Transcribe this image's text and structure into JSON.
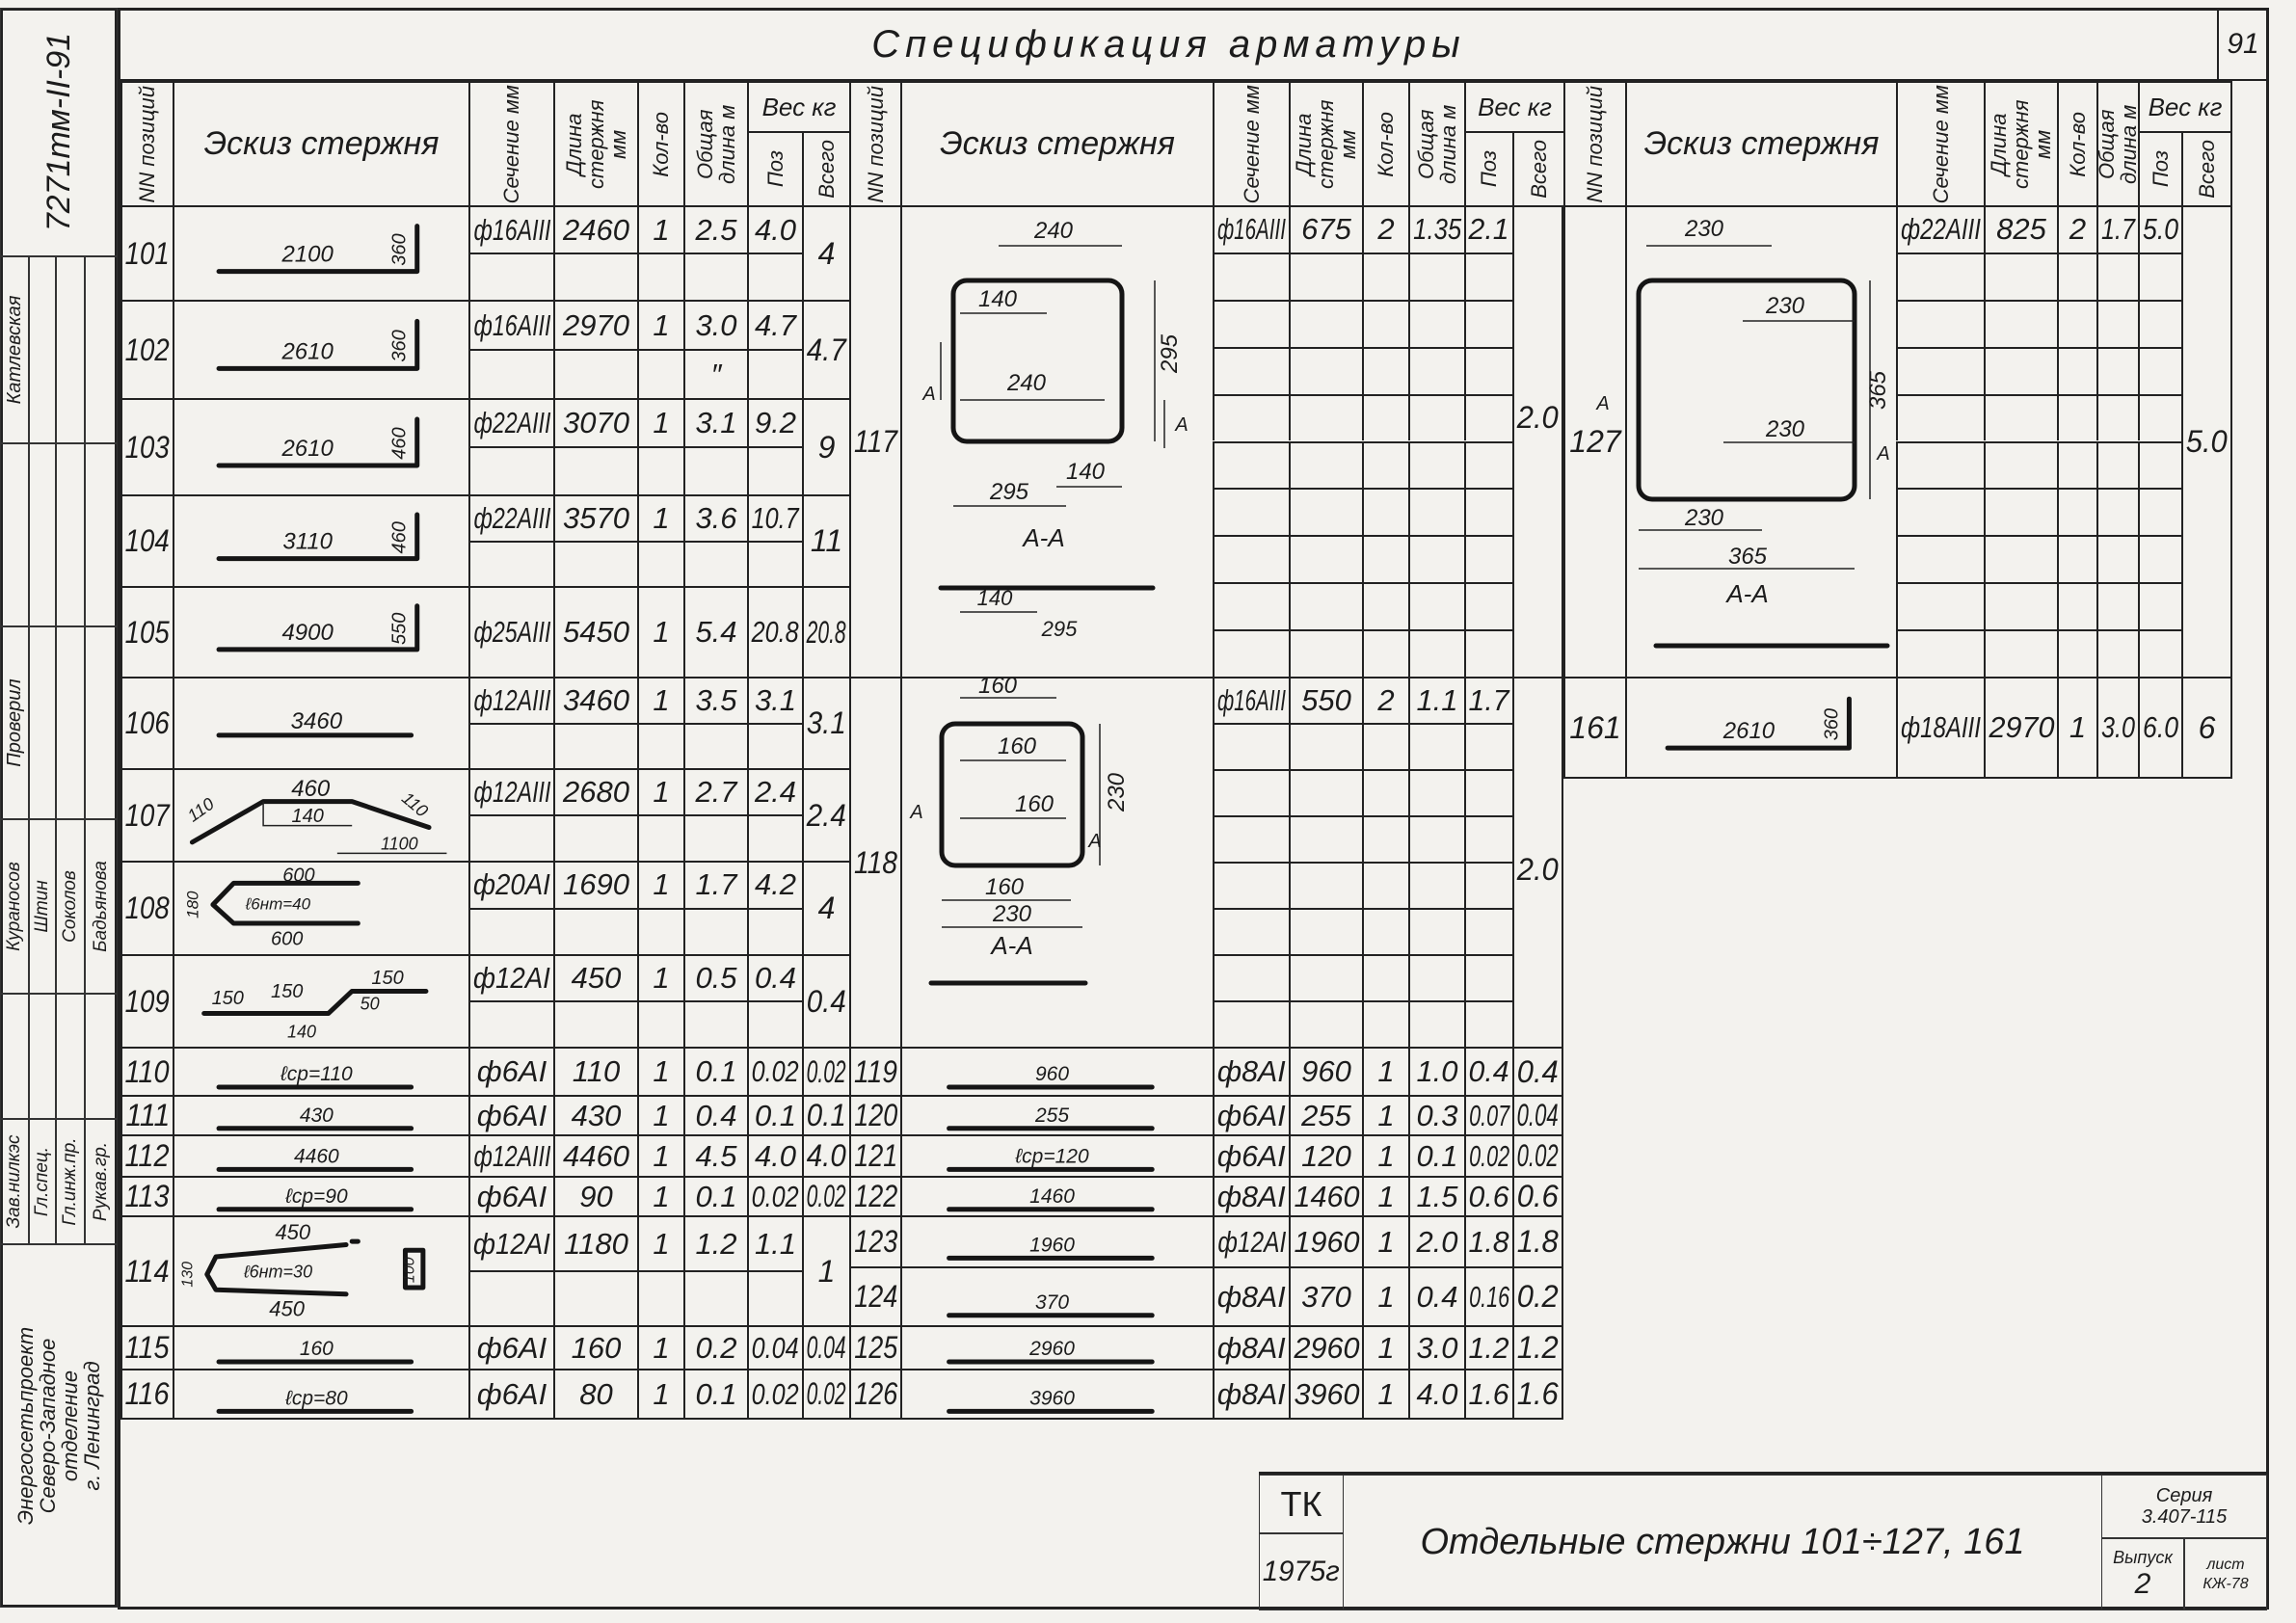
{
  "margin": {
    "code": "7271тм-II-91",
    "checked_label": "Проверил",
    "checked_name": "Катлевская",
    "staff": [
      {
        "role": "Зав.нилкэс",
        "name": "Кураносов"
      },
      {
        "role": "Гл.спец.",
        "name": "Штин"
      },
      {
        "role": "Гл.инж.пр.",
        "name": "Соколов"
      },
      {
        "role": "Рукав.гр.",
        "name": "Бадьянова"
      }
    ],
    "org": [
      "Энергосетьпроект",
      "Северо-Западное",
      "отделение",
      "г. Ленинград"
    ]
  },
  "title": "Спецификация арматуры",
  "sheet_number": "91",
  "headers": {
    "pos": "NN позиций",
    "sketch": "Эскиз стержня",
    "section": "Сечение мм",
    "length": "Длина стержня мм",
    "qty": "Кол-во",
    "total_length": "Общая длина м",
    "weight": "Вес кг",
    "weight_pos": "Поз",
    "weight_total": "Всего"
  },
  "left_rows": [
    {
      "pos": "101",
      "sketch": {
        "type": "hook",
        "labels": [
          "2100",
          "360"
        ]
      },
      "section": "ф16AIII",
      "length": "2460",
      "qty": "1",
      "total_length": "2.5",
      "weight_pos": "4.0",
      "weight_total": "4"
    },
    {
      "pos": "102",
      "sketch": {
        "type": "hook",
        "labels": [
          "2610",
          "360"
        ]
      },
      "section": "ф16AIII",
      "length": "2970",
      "qty": "1",
      "total_length": "3.0",
      "total_length_sub": "″",
      "weight_pos": "4.7",
      "weight_total": "4.7"
    },
    {
      "pos": "103",
      "sketch": {
        "type": "hook",
        "labels": [
          "2610",
          "460"
        ]
      },
      "section": "ф22AIII",
      "length": "3070",
      "qty": "1",
      "total_length": "3.1",
      "weight_pos": "9.2",
      "weight_total": "9"
    },
    {
      "pos": "104",
      "sketch": {
        "type": "hook",
        "labels": [
          "3110",
          "460"
        ]
      },
      "section": "ф22AIII",
      "length": "3570",
      "qty": "1",
      "total_length": "3.6",
      "weight_pos": "10.7",
      "weight_total": "11"
    },
    {
      "pos": "105",
      "sketch": {
        "type": "hook",
        "labels": [
          "4900",
          "550"
        ]
      },
      "section": "ф25AIII",
      "length": "5450",
      "qty": "1",
      "total_length": "5.4",
      "weight_pos": "20.8",
      "weight_total": "20.8"
    },
    {
      "pos": "106",
      "sketch": {
        "type": "straight",
        "labels": [
          "3460"
        ]
      },
      "section": "ф12AIII",
      "length": "3460",
      "qty": "1",
      "total_length": "3.5",
      "weight_pos": "3.1",
      "weight_total": "3.1"
    },
    {
      "pos": "107",
      "sketch": {
        "type": "bent",
        "labels": [
          "460",
          "110",
          "110",
          "140",
          "1100"
        ]
      },
      "section": "ф12AIII",
      "length": "2680",
      "qty": "1",
      "total_length": "2.7",
      "weight_pos": "2.4",
      "weight_total": "2.4"
    },
    {
      "pos": "108",
      "sketch": {
        "type": "loop",
        "labels": [
          "600",
          "ℓ6нт=40",
          "600",
          "180"
        ]
      },
      "section": "ф20AI",
      "length": "1690",
      "qty": "1",
      "total_length": "1.7",
      "weight_pos": "4.2",
      "weight_total": "4"
    },
    {
      "pos": "109",
      "sketch": {
        "type": "step",
        "labels": [
          "150",
          "150",
          "150",
          "50",
          "140"
        ]
      },
      "section": "ф12AI",
      "length": "450",
      "qty": "1",
      "total_length": "0.5",
      "weight_pos": "0.4",
      "weight_total": "0.4"
    },
    {
      "pos": "110",
      "sketch": {
        "type": "straight",
        "labels": [
          "ℓср=110"
        ]
      },
      "section": "ф6AI",
      "length": "110",
      "qty": "1",
      "total_length": "0.1",
      "weight_pos": "0.02",
      "weight_total": "0.02"
    },
    {
      "pos": "111",
      "sketch": {
        "type": "straight",
        "labels": [
          "430"
        ]
      },
      "section": "ф6AI",
      "length": "430",
      "qty": "1",
      "total_length": "0.4",
      "weight_pos": "0.1",
      "weight_total": "0.1"
    },
    {
      "pos": "112",
      "sketch": {
        "type": "straight",
        "labels": [
          "4460"
        ]
      },
      "section": "ф12AIII",
      "length": "4460",
      "qty": "1",
      "total_length": "4.5",
      "weight_pos": "4.0",
      "weight_total": "4.0"
    },
    {
      "pos": "113",
      "sketch": {
        "type": "straight",
        "labels": [
          "ℓср=90"
        ]
      },
      "section": "ф6AI",
      "length": "90",
      "qty": "1",
      "total_length": "0.1",
      "weight_pos": "0.02",
      "weight_total": "0.02"
    },
    {
      "pos": "114",
      "sketch": {
        "type": "hairpin",
        "labels": [
          "450",
          "ℓ6нт=30",
          "450",
          "130",
          "100"
        ]
      },
      "section": "ф12AI",
      "length": "1180",
      "qty": "1",
      "total_length": "1.2",
      "weight_pos": "1.1",
      "weight_total": "1"
    },
    {
      "pos": "115",
      "sketch": {
        "type": "straight",
        "labels": [
          "160"
        ]
      },
      "section": "ф6AI",
      "length": "160",
      "qty": "1",
      "total_length": "0.2",
      "weight_pos": "0.04",
      "weight_total": "0.04"
    },
    {
      "pos": "116",
      "sketch": {
        "type": "straight",
        "labels": [
          "ℓср=80"
        ]
      },
      "section": "ф6AI",
      "length": "80",
      "qty": "1",
      "total_length": "0.1",
      "weight_pos": "0.02",
      "weight_total": "0.02"
    }
  ],
  "mid_rows": [
    {
      "pos": "117",
      "sketch": {
        "type": "stirrup117",
        "labels": [
          "240",
          "140",
          "295",
          "240",
          "140",
          "295",
          "А-А",
          "140",
          "295",
          "А",
          "А"
        ]
      },
      "section": "ф16AIII",
      "length": "675",
      "qty": "2",
      "total_length": "1.35",
      "weight_pos": "2.1",
      "weight_total": "2.0"
    },
    {
      "pos": "118",
      "sketch": {
        "type": "stirrup118",
        "labels": [
          "160",
          "160",
          "160",
          "230",
          "160",
          "230",
          "А-А",
          "А",
          "А"
        ]
      },
      "section": "ф16AIII",
      "length": "550",
      "qty": "2",
      "total_length": "1.1",
      "weight_pos": "1.7",
      "weight_total": "2.0"
    },
    {
      "pos": "119",
      "sketch": {
        "type": "straight",
        "labels": [
          "960"
        ]
      },
      "section": "ф8AI",
      "length": "960",
      "qty": "1",
      "total_length": "1.0",
      "weight_pos": "0.4",
      "weight_total": "0.4"
    },
    {
      "pos": "120",
      "sketch": {
        "type": "straight",
        "labels": [
          "255"
        ]
      },
      "section": "ф6AI",
      "length": "255",
      "qty": "1",
      "total_length": "0.3",
      "weight_pos": "0.07",
      "weight_total": "0.04"
    },
    {
      "pos": "121",
      "sketch": {
        "type": "straight",
        "labels": [
          "ℓср=120"
        ]
      },
      "section": "ф6AI",
      "length": "120",
      "qty": "1",
      "total_length": "0.1",
      "weight_pos": "0.02",
      "weight_total": "0.02"
    },
    {
      "pos": "122",
      "sketch": {
        "type": "straight",
        "labels": [
          "1460"
        ]
      },
      "section": "ф8AI",
      "length": "1460",
      "qty": "1",
      "total_length": "1.5",
      "weight_pos": "0.6",
      "weight_total": "0.6"
    },
    {
      "pos": "123",
      "sketch": {
        "type": "straight",
        "labels": [
          "1960"
        ]
      },
      "section": "ф12AI",
      "length": "1960",
      "qty": "1",
      "total_length": "2.0",
      "weight_pos": "1.8",
      "weight_total": "1.8"
    },
    {
      "pos": "124",
      "sketch": {
        "type": "straight",
        "labels": [
          "370"
        ]
      },
      "section": "ф8AI",
      "length": "370",
      "qty": "1",
      "total_length": "0.4",
      "weight_pos": "0.16",
      "weight_total": "0.2"
    },
    {
      "pos": "125",
      "sketch": {
        "type": "straight",
        "labels": [
          "2960"
        ]
      },
      "section": "ф8AI",
      "length": "2960",
      "qty": "1",
      "total_length": "3.0",
      "weight_pos": "1.2",
      "weight_total": "1.2"
    },
    {
      "pos": "126",
      "sketch": {
        "type": "straight",
        "labels": [
          "3960"
        ]
      },
      "section": "ф8AI",
      "length": "3960",
      "qty": "1",
      "total_length": "4.0",
      "weight_pos": "1.6",
      "weight_total": "1.6"
    }
  ],
  "right_rows": [
    {
      "pos": "127",
      "sketch": {
        "type": "stirrup127",
        "labels": [
          "230",
          "230",
          "365",
          "230",
          "230",
          "365",
          "А-А",
          "А",
          "А"
        ]
      },
      "section": "ф22AIII",
      "length": "825",
      "qty": "2",
      "total_length": "1.7",
      "weight_pos": "5.0",
      "weight_total": "5.0"
    },
    {
      "pos": "161",
      "sketch": {
        "type": "hook",
        "labels": [
          "2610",
          "360"
        ]
      },
      "section": "ф18AIII",
      "length": "2970",
      "qty": "1",
      "total_length": "3.0",
      "weight_pos": "6.0",
      "weight_total": "6"
    }
  ],
  "title_block": {
    "org": "ТК",
    "year": "1975г",
    "title": "Отдельные стержни 101÷127, 161",
    "series_label": "Серия",
    "series": "3.407-115",
    "issue_label": "Выпуск",
    "issue": "2",
    "sheet_label": "лист",
    "sheet": "КЖ-78"
  }
}
